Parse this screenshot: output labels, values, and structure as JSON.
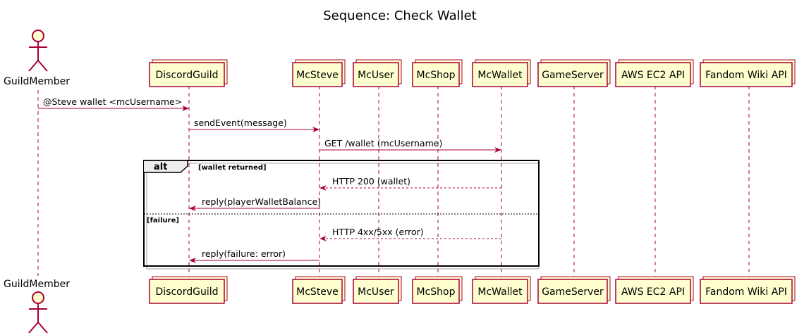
{
  "title": "Sequence: Check Wallet",
  "actor": {
    "name": "GuildMember"
  },
  "participants": [
    {
      "name": "DiscordGuild"
    },
    {
      "name": "McSteve"
    },
    {
      "name": "McUser"
    },
    {
      "name": "McShop"
    },
    {
      "name": "McWallet"
    },
    {
      "name": "GameServer"
    },
    {
      "name": "AWS EC2 API"
    },
    {
      "name": "Fandom Wiki API"
    }
  ],
  "messages": [
    {
      "from": "GuildMember",
      "to": "DiscordGuild",
      "text": "@Steve wallet <mcUsername>",
      "style": "solid"
    },
    {
      "from": "DiscordGuild",
      "to": "McSteve",
      "text": "sendEvent(message)",
      "style": "solid"
    },
    {
      "from": "McSteve",
      "to": "McWallet",
      "text": "GET /wallet (mcUsername)",
      "style": "solid"
    },
    {
      "from": "McWallet",
      "to": "McSteve",
      "text": "HTTP 200 (wallet)",
      "style": "dashed"
    },
    {
      "from": "McSteve",
      "to": "DiscordGuild",
      "text": "reply(playerWalletBalance)",
      "style": "solid"
    },
    {
      "from": "McWallet",
      "to": "McSteve",
      "text": "HTTP 4xx/5xx (error)",
      "style": "dashed"
    },
    {
      "from": "McSteve",
      "to": "DiscordGuild",
      "text": "reply(failure: error)",
      "style": "solid"
    }
  ],
  "alt_frame": {
    "keyword": "alt",
    "guard_1": "[wallet returned]",
    "guard_2": "[failure]"
  },
  "colors": {
    "participant_fill": "#FEFECE",
    "participant_border": "#A80036",
    "arrow": "#A80036",
    "lifeline": "#A80036"
  }
}
